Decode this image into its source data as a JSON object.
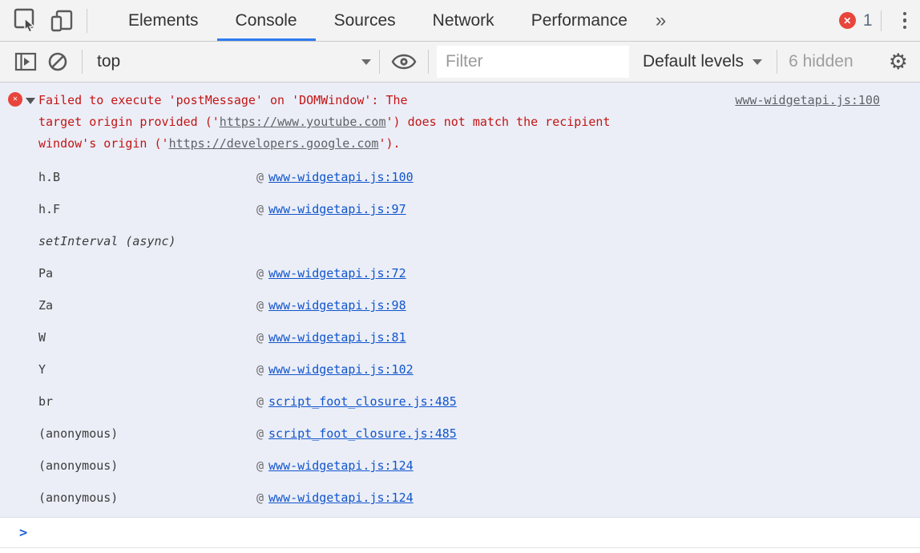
{
  "tabbar": {
    "tabs": [
      {
        "label": "Elements",
        "active": false
      },
      {
        "label": "Console",
        "active": true
      },
      {
        "label": "Sources",
        "active": false
      },
      {
        "label": "Network",
        "active": false
      },
      {
        "label": "Performance",
        "active": false
      }
    ],
    "overflow_glyph": "»",
    "error_badge": {
      "glyph": "✕",
      "count": "1"
    }
  },
  "toolbar": {
    "context_selector": {
      "value": "top"
    },
    "filter": {
      "placeholder": "Filter",
      "value": ""
    },
    "levels_selector": {
      "value": "Default levels"
    },
    "hidden_count_label": "6 hidden",
    "settings_glyph": "⚙"
  },
  "console": {
    "error": {
      "badge_glyph": "✕",
      "source_link": "www-widgetapi.js:100",
      "message_lines": [
        {
          "s0": "Failed to execute 'postMessage' on 'DOMWindow': The"
        },
        {
          "s0": "target origin provided ('",
          "link": "https://www.youtube.com",
          "s1": "') does not match the recipient"
        },
        {
          "s0": "window's origin ('",
          "link": "https://developers.google.com",
          "s1": "')."
        }
      ],
      "stack_frames": [
        {
          "fn": "h.B",
          "at": "@",
          "link": "www-widgetapi.js:100"
        },
        {
          "fn": "h.F",
          "at": "@",
          "link": "www-widgetapi.js:97"
        },
        {
          "fn": "setInterval (async)",
          "at": "",
          "link": ""
        },
        {
          "fn": "Pa",
          "at": "@",
          "link": "www-widgetapi.js:72"
        },
        {
          "fn": "Za",
          "at": "@",
          "link": "www-widgetapi.js:98"
        },
        {
          "fn": "W",
          "at": "@",
          "link": "www-widgetapi.js:81"
        },
        {
          "fn": "Y",
          "at": "@",
          "link": "www-widgetapi.js:102"
        },
        {
          "fn": "br",
          "at": "@",
          "link": "script_foot_closure.js:485"
        },
        {
          "fn": "(anonymous)",
          "at": "@",
          "link": "script_foot_closure.js:485"
        },
        {
          "fn": "(anonymous)",
          "at": "@",
          "link": "www-widgetapi.js:124"
        },
        {
          "fn": "(anonymous)",
          "at": "@",
          "link": "www-widgetapi.js:124"
        }
      ]
    },
    "prompt_glyph": ">"
  },
  "colors": {
    "accent_blue": "#2f7bf0",
    "link_blue": "#1155cc",
    "gray_link": "#5f6368",
    "error_text": "#c41414",
    "error_bg": "#ebeef7",
    "badge_red": "#e8453c",
    "toolbar_bg": "#f3f3f3"
  }
}
